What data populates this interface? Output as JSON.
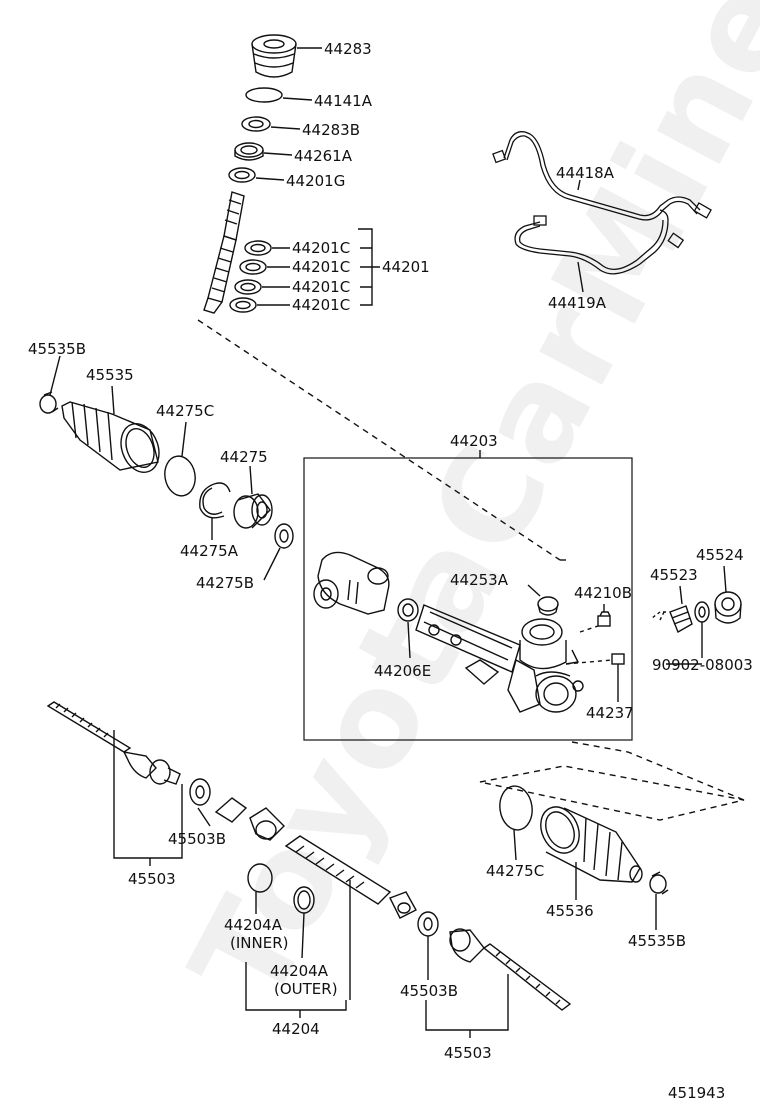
{
  "watermark": "ToyotaCarMine.ru",
  "diagram_number": "451943",
  "labels": {
    "l44283": "44283",
    "l44141A": "44141A",
    "l44283B": "44283B",
    "l44261A": "44261A",
    "l44201G": "44201G",
    "l44201C_1": "44201C",
    "l44201C_2": "44201C",
    "l44201C_3": "44201C",
    "l44201C_4": "44201C",
    "l44201": "44201",
    "l44418A": "44418A",
    "l44419A": "44419A",
    "l45535B_top": "45535B",
    "l45535": "45535",
    "l44275C_top": "44275C",
    "l44275": "44275",
    "l44275A": "44275A",
    "l44275B": "44275B",
    "l44203": "44203",
    "l44253A": "44253A",
    "l44210B": "44210B",
    "l44206E": "44206E",
    "l44237": "44237",
    "l45524": "45524",
    "l45523": "45523",
    "l90902": "90902-08003",
    "l45503B_left": "45503B",
    "l45503_left": "45503",
    "l44204A_inner": "44204A",
    "l_inner": "(INNER)",
    "l44204A_outer": "44204A",
    "l_outer": "(OUTER)",
    "l44204": "44204",
    "l44275C_bottom": "44275C",
    "l45536": "45536",
    "l45535B_bottom": "45535B",
    "l45503B_right": "45503B",
    "l45503_right": "45503"
  }
}
